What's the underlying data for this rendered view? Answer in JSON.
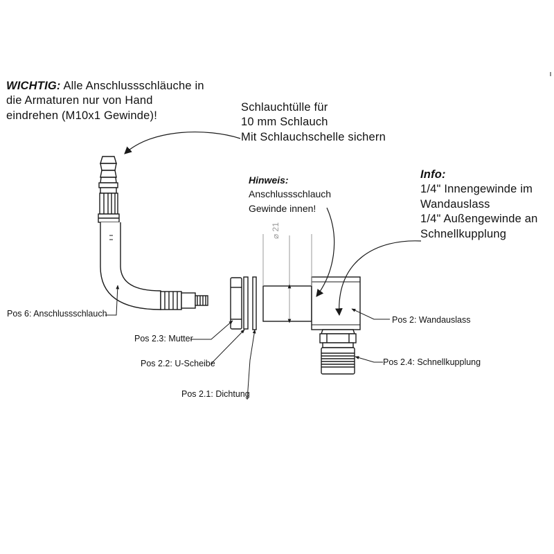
{
  "notes": {
    "wichtig": {
      "title": "WICHTIG:",
      "line1": "Alle Anschlussschläuche in",
      "line2": "die Armaturen nur von Hand",
      "line3": "eindrehen (M10x1 Gewinde)!"
    },
    "schlauchtuelle": {
      "line1": "Schlauchtülle für",
      "line2": "10 mm Schlauch",
      "line3": "Mit Schlauchschelle sichern"
    },
    "hinweis": {
      "title": "Hinweis:",
      "line1": "Anschlussschlauch",
      "line2": "Gewinde innen!"
    },
    "info": {
      "title": "Info:",
      "line1": "1/4\" Innengewinde im",
      "line2": "Wandauslass",
      "line3": "1/4\" Außengewinde an",
      "line4": "Schnellkupplung"
    }
  },
  "dimension": "⌀ 21",
  "parts": {
    "pos6": "Pos 6: Anschlussschlauch",
    "pos23": "Pos 2.3: Mutter",
    "pos22": "Pos 2.2: U-Scheibe",
    "pos21": "Pos 2.1: Dichtung",
    "pos2": "Pos 2: Wandauslass",
    "pos24": "Pos 2.4: Schnellkupplung"
  },
  "colors": {
    "line": "#1a1a1a",
    "dimension": "#999999"
  }
}
